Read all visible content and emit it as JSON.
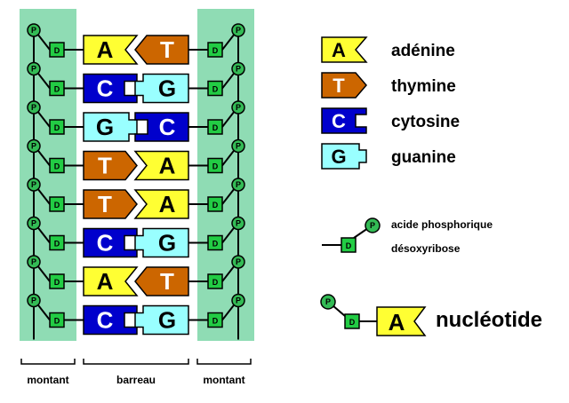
{
  "colors": {
    "strand_bg": "#8fdcb4",
    "adenine": "#ffff33",
    "thymine": "#cc6600",
    "cytosine": "#0000cc",
    "guanine": "#99ffff",
    "phosphate": "#33bb55",
    "deoxyribose": "#22cc44"
  },
  "strand": {
    "phosphate_letter": "P",
    "sugar_letter": "D"
  },
  "pairs": [
    {
      "left": "A",
      "right": "T"
    },
    {
      "left": "C",
      "right": "G"
    },
    {
      "left": "G",
      "right": "C"
    },
    {
      "left": "T",
      "right": "A"
    },
    {
      "left": "T",
      "right": "A"
    },
    {
      "left": "C",
      "right": "G"
    },
    {
      "left": "A",
      "right": "T"
    },
    {
      "left": "C",
      "right": "G"
    }
  ],
  "legend": [
    {
      "letter": "A",
      "name": "adénine"
    },
    {
      "letter": "T",
      "name": "thymine"
    },
    {
      "letter": "C",
      "name": "cytosine"
    },
    {
      "letter": "G",
      "name": "guanine"
    }
  ],
  "backbone_legend": {
    "phosphoric_acid": "acide phosphorique",
    "deoxyribose": "désoxyribose"
  },
  "nucleotide": {
    "letter": "A",
    "label": "nucléotide"
  },
  "bottom_labels": {
    "left": "montant",
    "middle": "barreau",
    "right": "montant"
  }
}
